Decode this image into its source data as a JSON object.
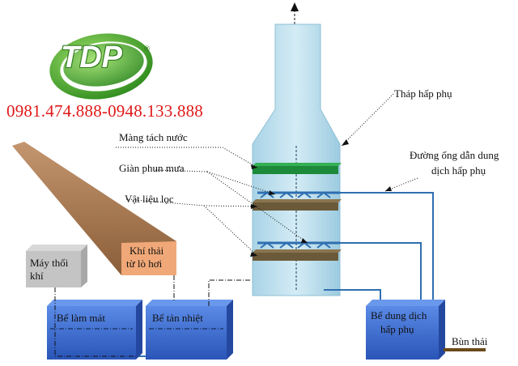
{
  "logo": {
    "text": "TDP",
    "registered_mark": "®"
  },
  "phone": "0981.474.888-0948.133.888",
  "labels": {
    "tower": "Tháp hấp phụ",
    "demister": "Màng tách nước",
    "spray": "Giàn phun mưa",
    "filter": "Vật liệu lọc",
    "pipe_line1": "Đường ống dẫn dung",
    "pipe_line2": "dịch hấp phụ",
    "blower_line1": "Máy thổi",
    "blower_line2": "khí",
    "exhaust_line1": "Khí thải",
    "exhaust_line2": "từ lò hơi",
    "cooling": "Bể làm mát",
    "heat": "Bể tản nhiệt",
    "solution_line1": "Bể dung dịch",
    "solution_line2": "hấp phụ",
    "sludge": "Bùn thải"
  },
  "colors": {
    "tower_body": "#b8dceb",
    "tank": "#3b6fd4",
    "pipe": "#2f6fb0",
    "demister": "#1c8a3a",
    "filter": "#6b5a3a",
    "duct": "#a87a52",
    "phone": "#e01818",
    "logo_green": "#3aa02a"
  }
}
